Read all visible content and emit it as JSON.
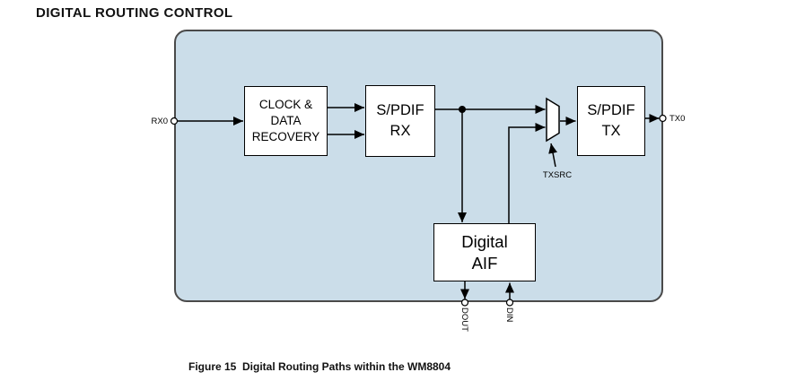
{
  "page": {
    "title": "DIGITAL ROUTING CONTROL",
    "caption": "Figure 15  Digital Routing Paths within the WM8804"
  },
  "diagram": {
    "blocks": {
      "clock_data_recovery": "CLOCK &\nDATA\nRECOVERY",
      "spdif_rx": "S/PDIF\nRX",
      "spdif_tx": "S/PDIF\nTX",
      "digital_aif": "Digital\nAIF"
    },
    "pins": {
      "rx0": "RX0",
      "tx0": "TX0",
      "txsrc": "TXSRC",
      "dout": "DOUT",
      "din": "DIN"
    },
    "colors": {
      "panel_fill": "#cbdde9",
      "panel_border": "#4a4a4a",
      "block_fill": "#ffffff",
      "line": "#000000"
    }
  }
}
